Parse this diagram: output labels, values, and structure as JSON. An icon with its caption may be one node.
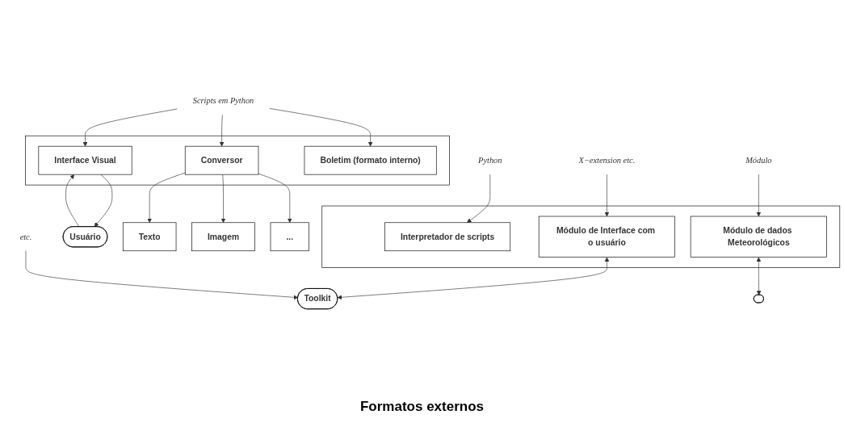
{
  "diagram": {
    "nodes": [
      {
        "text": [
          "Scripts em Python"
        ]
      },
      {
        "text": [],
        "shape": "box"
      },
      {
        "text": [
          "Boletim (formato interno)"
        ],
        "in": 1
      },
      {
        "text": [
          "Interface Visual"
        ],
        "in": 1
      },
      {
        "text": [
          "Conversor"
        ],
        "in": 1
      },
      {
        "text": [
          "Usuário"
        ]
      },
      {
        "text": [
          "Texto"
        ]
      },
      {
        "text": [
          "Imagem"
        ]
      },
      {
        "text": [
          "..."
        ]
      },
      {
        "text": [
          "Python"
        ]
      },
      {
        "text": [],
        "shape": "box"
      },
      {
        "text": [
          "Interpretador de scripts"
        ],
        "in": 10
      },
      {
        "text": [
          "Módulo de Interface com o usuário"
        ],
        "in": 10
      },
      {
        "text": [
          "Módulo de dados Meteorológicos"
        ],
        "in": 10
      },
      {
        "text": [
          "X−extension etc."
        ]
      },
      {
        "text": [
          "Módulo"
        ]
      },
      {
        "text": [
          "Toolkit"
        ]
      },
      {
        "text": [],
        "shape": "ellipse"
      },
      {
        "text": [
          "etc."
        ]
      }
    ],
    "edges": [
      {
        "from": 0,
        "to": 2,
        "arrow": "to"
      },
      {
        "from": 0,
        "to": 3,
        "arrow": "to"
      },
      {
        "from": 0,
        "to": 4,
        "arrow": "to"
      },
      {
        "from": 5,
        "to": 3,
        "arrow": "to"
      },
      {
        "from": 3,
        "to": 5,
        "arrow": "to"
      },
      {
        "from": 4,
        "to": 6,
        "arrow": "to"
      },
      {
        "from": 4,
        "to": 7,
        "arrow": "to"
      },
      {
        "from": 4,
        "to": 8,
        "arrow": "to"
      },
      {
        "from": 9,
        "to": 11,
        "arrow": "to"
      },
      {
        "from": 14,
        "to": 12,
        "arrow": "to"
      },
      {
        "from": 15,
        "to": 13,
        "arrow": "to"
      },
      {
        "from": 12,
        "to": 16,
        "arrow": "both"
      },
      {
        "from": 13,
        "to": 17,
        "arrow": "both"
      },
      {
        "from": 18,
        "to": 16,
        "arrow": "to"
      }
    ],
    "labels": [
      "Formatos externos"
    ]
  }
}
